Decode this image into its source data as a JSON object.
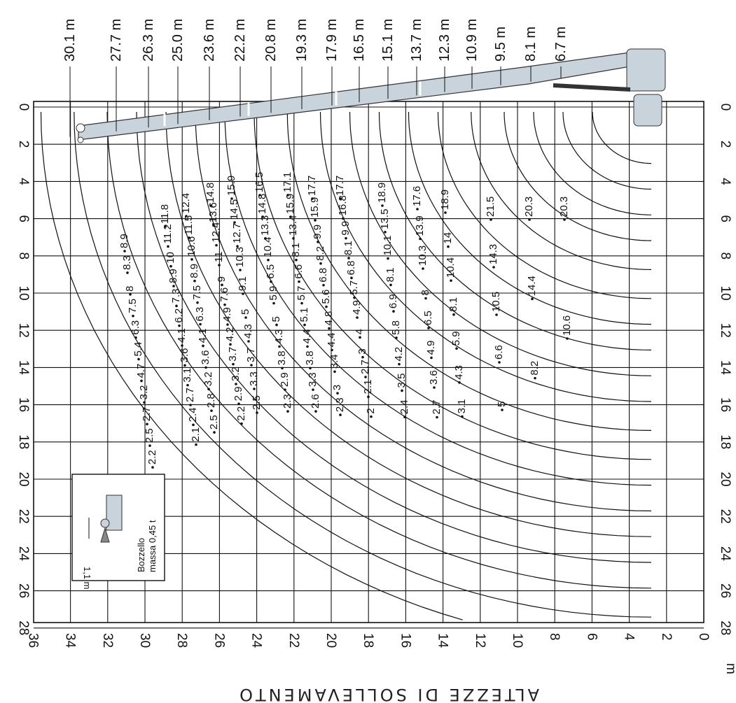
{
  "chart_data": {
    "type": "line",
    "title": "",
    "axis_title": "ALTEZZE DI SOLLEVAMENTO",
    "unit": "m",
    "xlim": [
      0,
      28
    ],
    "ylim": [
      0,
      36
    ],
    "x_ticks": [
      "0",
      "2",
      "4",
      "6",
      "8",
      "10",
      "12",
      "14",
      "16",
      "18",
      "20",
      "22",
      "24",
      "26",
      "28"
    ],
    "y_ticks": [
      "36",
      "34",
      "32",
      "30",
      "28",
      "26",
      "24",
      "22",
      "20",
      "18",
      "16",
      "14",
      "12",
      "10",
      "8",
      "6",
      "4",
      "2",
      "0"
    ],
    "boom_lengths": [
      "30.1 m",
      "27.7 m",
      "26.3 m",
      "25.0 m",
      "23.6 m",
      "22.2 m",
      "20.8 m",
      "19.3 m",
      "17.9 m",
      "16.5 m",
      "15.1 m",
      "13.7 m",
      "12.3 m",
      "10.9 m",
      "9.5 m",
      "8.1 m",
      "6.7 m"
    ],
    "load_labels": [
      "8.9",
      "8.3",
      "8",
      "7.5",
      "6.3",
      "5.4",
      "4.7",
      "3.2",
      "2.7",
      "2.5",
      "2.2",
      "11.8",
      "11.2",
      "10",
      "8.9",
      "7.3",
      "6.2",
      "4.1",
      "3.6",
      "3.1",
      "2.7",
      "2.4",
      "2.1",
      "12.4",
      "11.5",
      "10.6",
      "8.9",
      "7.5",
      "6.3",
      "4.1",
      "3.6",
      "3.2",
      "2.8",
      "2.5",
      "14.8",
      "13.6",
      "12.4",
      "11",
      "9",
      "7.6",
      "4.9",
      "4.2",
      "3.7",
      "3.2",
      "2.9",
      "2.2",
      "15.9",
      "14.5",
      "12.7",
      "10.3",
      "9.1",
      "5",
      "4.3",
      "3.7",
      "3.3",
      "2.5",
      "16.5",
      "14.8",
      "13.3",
      "10.4",
      "6.5",
      "5.9",
      "5",
      "4.3",
      "3.8",
      "2.9",
      "2.3",
      "17.1",
      "15.9",
      "13.4",
      "8.1",
      "6.6",
      "5.7",
      "5.1",
      "4.4",
      "3.8",
      "3.3",
      "2.6",
      "17.7",
      "15.9",
      "9.9",
      "8.2",
      "6.8",
      "5.6",
      "4.8",
      "4.4",
      "3.4",
      "3",
      "2.3",
      "17.7",
      "16.8",
      "9.9",
      "8.1",
      "6.8",
      "5.7",
      "4.9",
      "4",
      "3",
      "2.7",
      "2.1",
      "2",
      "18.9",
      "13.5",
      "10.1",
      "8.1",
      "6.9",
      "5.8",
      "4.2",
      "3.5",
      "2.4",
      "17.6",
      "13.9",
      "10.3",
      "8",
      "6.5",
      "4.9",
      "3.6",
      "2.7",
      "18.9",
      "14",
      "10.4",
      "8.1",
      "5.9",
      "4.3",
      "3.1",
      "21.5",
      "14.3",
      "10.5",
      "6.6",
      "5",
      "20.3",
      "14.4",
      "8.2",
      "20.3",
      "10.6"
    ],
    "legend": {
      "line1": "Bozzello",
      "line2": "massa 0,45 t",
      "dim": "1,1 m"
    }
  }
}
